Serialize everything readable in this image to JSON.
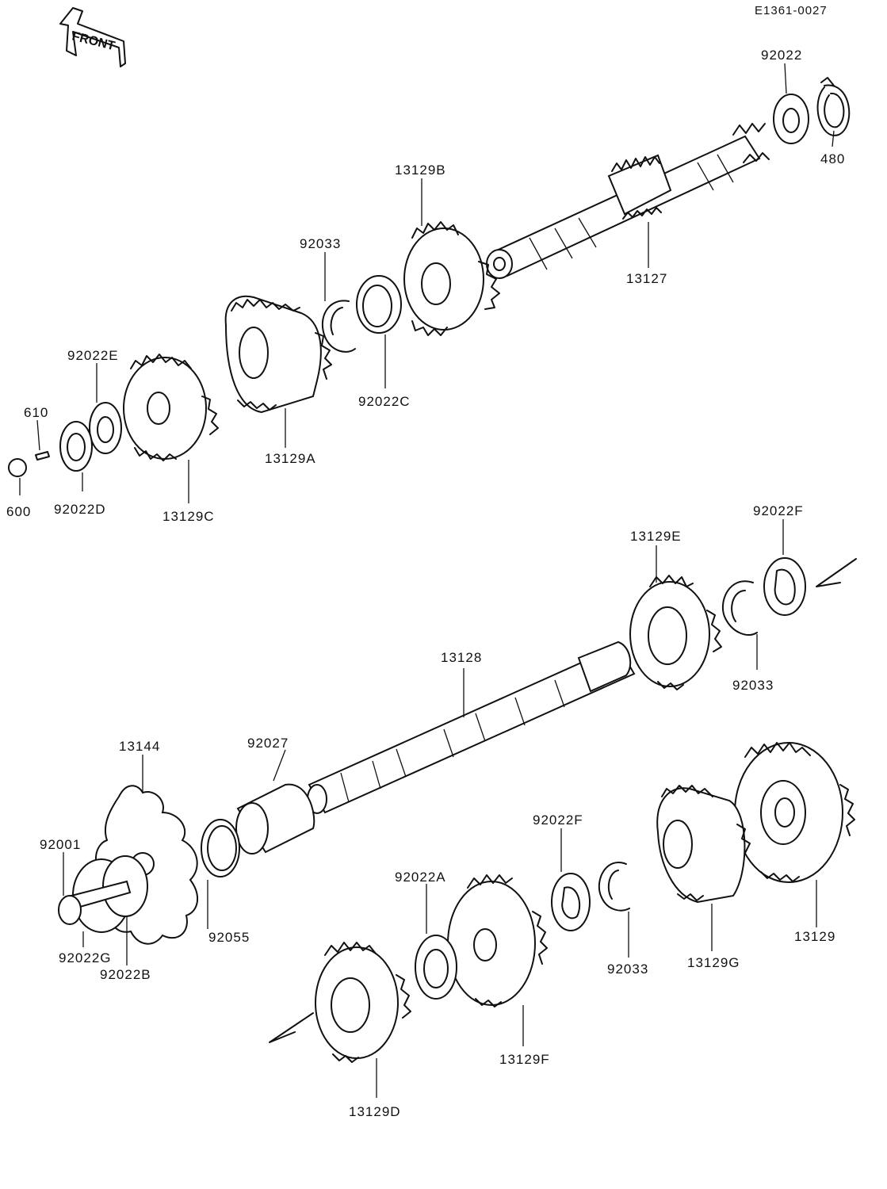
{
  "diagram_code": "E1361-0027",
  "front_label": "FRONT",
  "parts": {
    "p92022": "92022",
    "p480": "480",
    "p13129B": "13129B",
    "p92033_top": "92033",
    "p13127": "13127",
    "p92022E": "92022E",
    "p610": "610",
    "p92022C": "92022C",
    "p13129A": "13129A",
    "p600": "600",
    "p92022D": "92022D",
    "p13129C": "13129C",
    "p92022F_top": "92022F",
    "p13129E": "13129E",
    "p13128": "13128",
    "p92033_mid": "92033",
    "p13144": "13144",
    "p92027": "92027",
    "p92022F_low": "92022F",
    "p92001": "92001",
    "p92022A": "92022A",
    "p92055": "92055",
    "p13129": "13129",
    "p92022G": "92022G",
    "p92022B": "92022B",
    "p92033_low": "92033",
    "p13129G": "13129G",
    "p13129F": "13129F",
    "p13129D": "13129D"
  }
}
